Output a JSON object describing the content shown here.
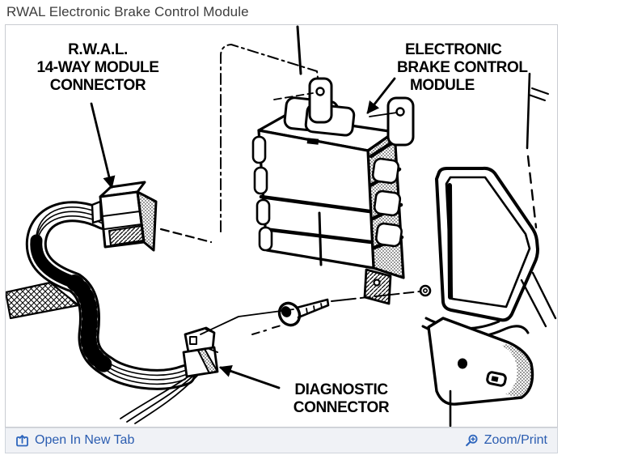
{
  "page": {
    "title": "RWAL Electronic Brake Control Module",
    "background": "#ffffff",
    "title_color": "#3e3e3e"
  },
  "diagram": {
    "background": "#ffffff",
    "border_color": "#c9ccd1",
    "ink_color": "#000000",
    "callouts": {
      "rwal_connector": {
        "lines": [
          "R.W.A.L.",
          "14-WAY MODULE",
          "CONNECTOR"
        ]
      },
      "brake_module": {
        "lines": [
          "ELECTRONIC",
          "BRAKE CONTROL",
          "MODULE"
        ]
      },
      "diagnostic": {
        "lines": [
          "DIAGNOSTIC",
          "CONNECTOR"
        ]
      }
    }
  },
  "toolbar": {
    "background": "#f0f2f6",
    "link_color": "#2a5cb0",
    "open_in_new_tab": {
      "label": "Open In New Tab",
      "icon": "open-in-new-tab-icon"
    },
    "zoom_print": {
      "label": "Zoom/Print",
      "icon": "zoom-magnifier-icon"
    }
  }
}
